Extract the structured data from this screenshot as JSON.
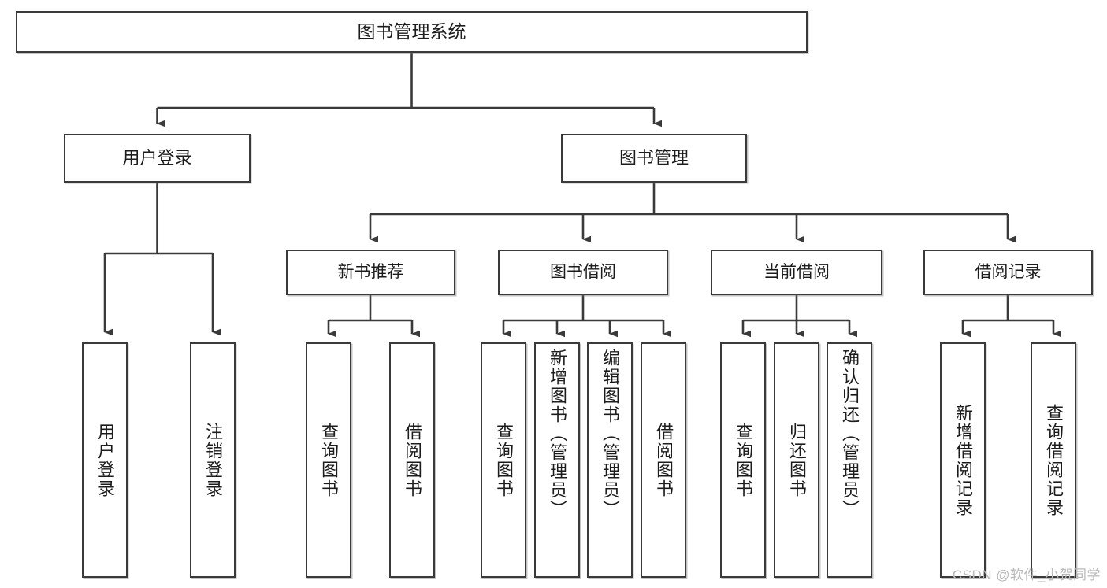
{
  "diagram": {
    "title": "图书管理系统",
    "type": "tree",
    "watermark": "CSDN @软件_小贺同学",
    "colors": {
      "stroke": "#3a3a3a",
      "fill": "#ffffff",
      "text": "#1c1c1c",
      "watermark": "#b9b9b9"
    },
    "nodes": {
      "root": {
        "label": "图书管理系统",
        "level": 0
      },
      "user_login": {
        "label": "用户登录",
        "level": 1
      },
      "book_manage": {
        "label": "图书管理",
        "level": 1
      },
      "new_book_rec": {
        "label": "新书推荐",
        "level": 2
      },
      "book_borrow": {
        "label": "图书借阅",
        "level": 2
      },
      "current_borrow": {
        "label": "当前借阅",
        "level": 2
      },
      "borrow_record": {
        "label": "借阅记录",
        "level": 2
      },
      "leaf_user_login": {
        "label": "用户登录",
        "level": 3
      },
      "leaf_logout": {
        "label": "注销登录",
        "level": 3
      },
      "leaf_query_book_1": {
        "label": "查询图书",
        "level": 3
      },
      "leaf_borrow_book_1": {
        "label": "借阅图书",
        "level": 3
      },
      "leaf_query_book_2": {
        "label": "查询图书",
        "level": 3
      },
      "leaf_add_book": {
        "label": "新增图书（管理员）",
        "level": 3
      },
      "leaf_edit_book": {
        "label": "编辑图书（管理员）",
        "level": 3
      },
      "leaf_borrow_book_2": {
        "label": "借阅图书",
        "level": 3
      },
      "leaf_query_book_3": {
        "label": "查询图书",
        "level": 3
      },
      "leaf_return_book": {
        "label": "归还图书",
        "level": 3
      },
      "leaf_confirm_return": {
        "label": "确认归还（管理员）",
        "level": 3
      },
      "leaf_add_record": {
        "label": "新增借阅记录",
        "level": 3
      },
      "leaf_query_record": {
        "label": "查询借阅记录",
        "level": 3
      }
    },
    "edges": [
      {
        "from": "root",
        "to": "user_login"
      },
      {
        "from": "root",
        "to": "book_manage"
      },
      {
        "from": "user_login",
        "to": "leaf_user_login"
      },
      {
        "from": "user_login",
        "to": "leaf_logout"
      },
      {
        "from": "book_manage",
        "to": "new_book_rec"
      },
      {
        "from": "book_manage",
        "to": "book_borrow"
      },
      {
        "from": "book_manage",
        "to": "current_borrow"
      },
      {
        "from": "book_manage",
        "to": "borrow_record"
      },
      {
        "from": "new_book_rec",
        "to": "leaf_query_book_1"
      },
      {
        "from": "new_book_rec",
        "to": "leaf_borrow_book_1"
      },
      {
        "from": "book_borrow",
        "to": "leaf_query_book_2"
      },
      {
        "from": "book_borrow",
        "to": "leaf_add_book"
      },
      {
        "from": "book_borrow",
        "to": "leaf_edit_book"
      },
      {
        "from": "book_borrow",
        "to": "leaf_borrow_book_2"
      },
      {
        "from": "current_borrow",
        "to": "leaf_query_book_3"
      },
      {
        "from": "current_borrow",
        "to": "leaf_return_book"
      },
      {
        "from": "current_borrow",
        "to": "leaf_confirm_return"
      },
      {
        "from": "borrow_record",
        "to": "leaf_add_record"
      },
      {
        "from": "borrow_record",
        "to": "leaf_query_record"
      }
    ]
  }
}
